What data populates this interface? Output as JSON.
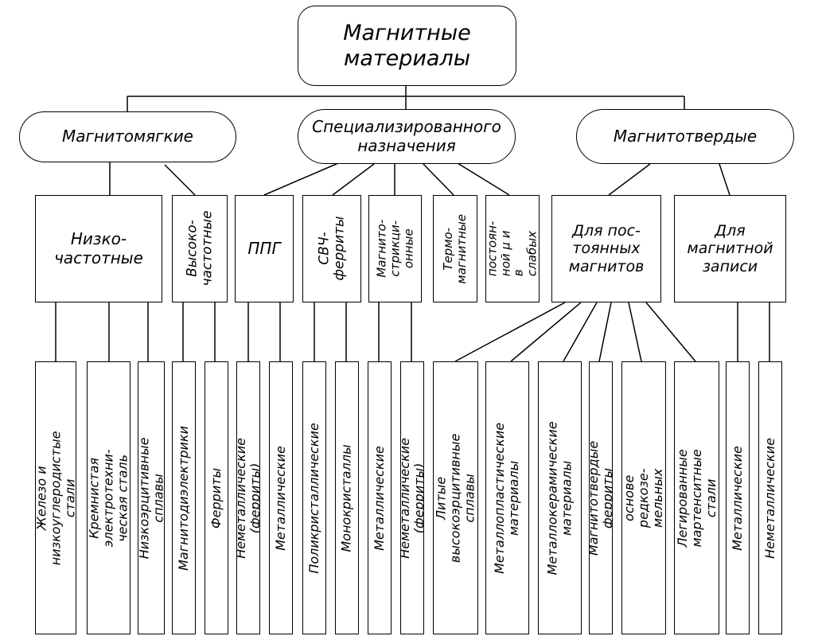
{
  "root": {
    "label": "Магнитные\nматериалы"
  },
  "categories": {
    "soft": "Магнитомягкие",
    "special": "Специализированного\nназначения",
    "hard": "Магнитотвердые"
  },
  "groups": {
    "low_freq": "Низко-\nчастотные",
    "high_freq": "Высоко-\nчастотные",
    "ppg": "ППГ",
    "microwave": "СВЧ-\nферриты",
    "magnetostrictive": "Магнито-\nстрикци-\nонные",
    "thermomagnetic": "Термо-\nмагнитные",
    "constant_mu": "С постоян-\nной μ и в\nслабых полях",
    "permanent_magnets": "Для пос-\nтоянных\nмагнитов",
    "magnetic_recording": "Для\nмагнитной\nзаписи"
  },
  "leaves": [
    "Железо и низкоуглеродистые\nстали",
    "Кремнистая электротехни-\nческая сталь",
    "Низкоэрцитивные сплавы",
    "Магнитодиэлектрики",
    "Ферриты",
    "Неметаллические (ферриты)",
    "Металлические",
    "Поликристаллические",
    "Монокристаллы",
    "Металлические",
    "Неметаллические (ферриты)",
    "Литые высокоэрцитивные\nсплавы",
    "Металлопластические\nматериалы",
    "Металлокерамические\nматериалы",
    "Магнитотвердые ферриты",
    "Сплавы на основе редкозе-\nмельных элементов",
    "Легированные мартенситные\nстали",
    "Металлические",
    "Неметаллические"
  ]
}
